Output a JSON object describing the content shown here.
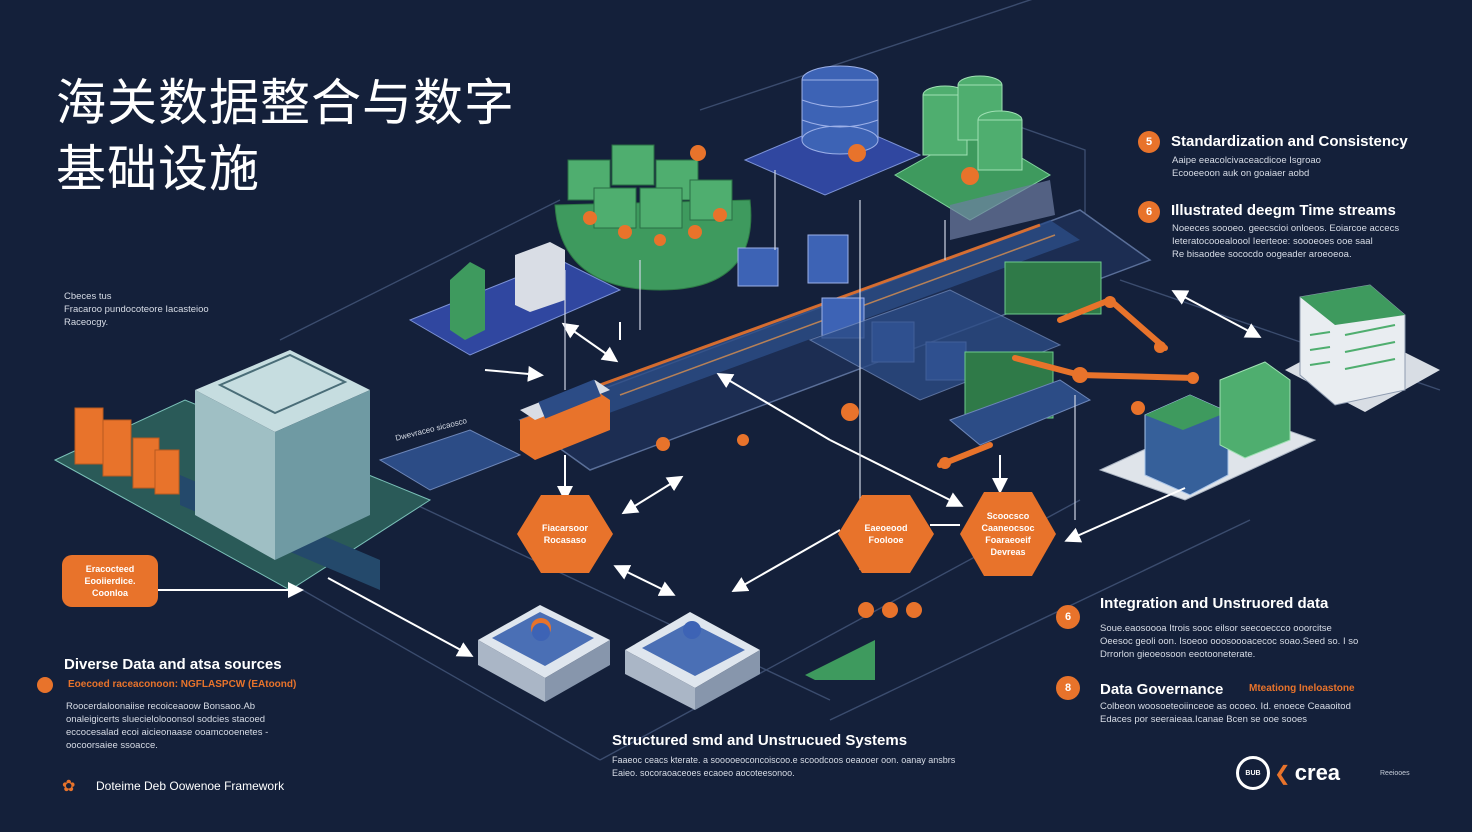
{
  "title": {
    "line1": "海关数据整合与数字",
    "line2": "基础设施"
  },
  "left_note": {
    "line1": "Cbeces tus",
    "line2": "Fracaroo pundocoteore Iacasteioo",
    "line3": "Raceocgy."
  },
  "left_badge": {
    "line1": "Eracocteed",
    "line2": "Eooiierdice.",
    "line3": "Coonloa"
  },
  "left_section": {
    "heading": "Diverse Data and atsa sources",
    "highlight": "Eoecoed raceaconoon: NGFLASPCW (EAtoond)",
    "body": [
      "Roocerdaloonaiise recoiceaoow Bonsaoo.Ab",
      "onaleigicerts sluecielolooonsol sodcies stacoed",
      "eccocesalad ecoi aicieonaase ooamcooenetes -",
      "oocoorsaiee ssoacce."
    ]
  },
  "framework": "Doteime Deb Oowenoe Framework",
  "left_arrow_label": "Dwevraceo sicaosco",
  "hexagons": [
    {
      "lines": [
        "Fiacarsoor",
        "Rocasaso"
      ]
    },
    {
      "lines": [
        "Eaeoeood",
        "Foolooe"
      ]
    },
    {
      "lines": [
        "Scoocsco",
        "Caaneocsoc",
        "Foaraeoeif",
        "Devreas"
      ]
    }
  ],
  "bottom_section": {
    "heading": "Structured smd and Unstrucued Systems",
    "body": [
      "Faaeoc ceacs kterate. a sooooeoconcoiscoo.e scoodcoos oeaooer oon. oanay ansbrs",
      "Eaieo. socoraoaceoes ecaoeo aocoteesonoo."
    ]
  },
  "right_sections": [
    {
      "num": "5",
      "heading": "Standardization and Consistency",
      "body": [
        "Aaipe eeacolcivaceacdicoe Isgroao",
        "Ecooeeoon auk on goaiaer aobd"
      ]
    },
    {
      "num": "6",
      "heading": "Illustrated deegm Time streams",
      "body": [
        "Noeeces soooeo. geecscioi onloeos. Eoiarcoe accecs",
        "Ieteratocooealoool Ieerteoe: soooeoes ooe saal",
        "Re bisaodee sococdo oogeader aroeoeoa."
      ]
    },
    {
      "num": "6",
      "heading": "Integration and Unstruored data",
      "body": [
        "Soue.eaosoooa Itrois sooc eilsor seecoeccco ooorcitse",
        "Oeesoc geoli oon. Isoeoo ooosoooacecoc soao.Seed so. I so",
        "Drrorlon gieoeosoon eeotooneterate."
      ]
    },
    {
      "num": "8",
      "heading": "Data Governance",
      "highlight": "Mteationg Ineloastone",
      "body": [
        "Colbeon woosoeteoiinceoe as ocoeo. Id. enoece Ceaaoitod",
        "Edaces por seeraieaa.Icanae Bcen  se ooe sooes"
      ]
    }
  ],
  "logo": {
    "ring_text": "BUB",
    "word": "crea",
    "small": "Reeiooes"
  },
  "colors": {
    "background": "#14203a",
    "accent": "#e8732b",
    "green": "#3e9a5e",
    "blue": "#3d63b5",
    "line": "#cfd6e4"
  }
}
